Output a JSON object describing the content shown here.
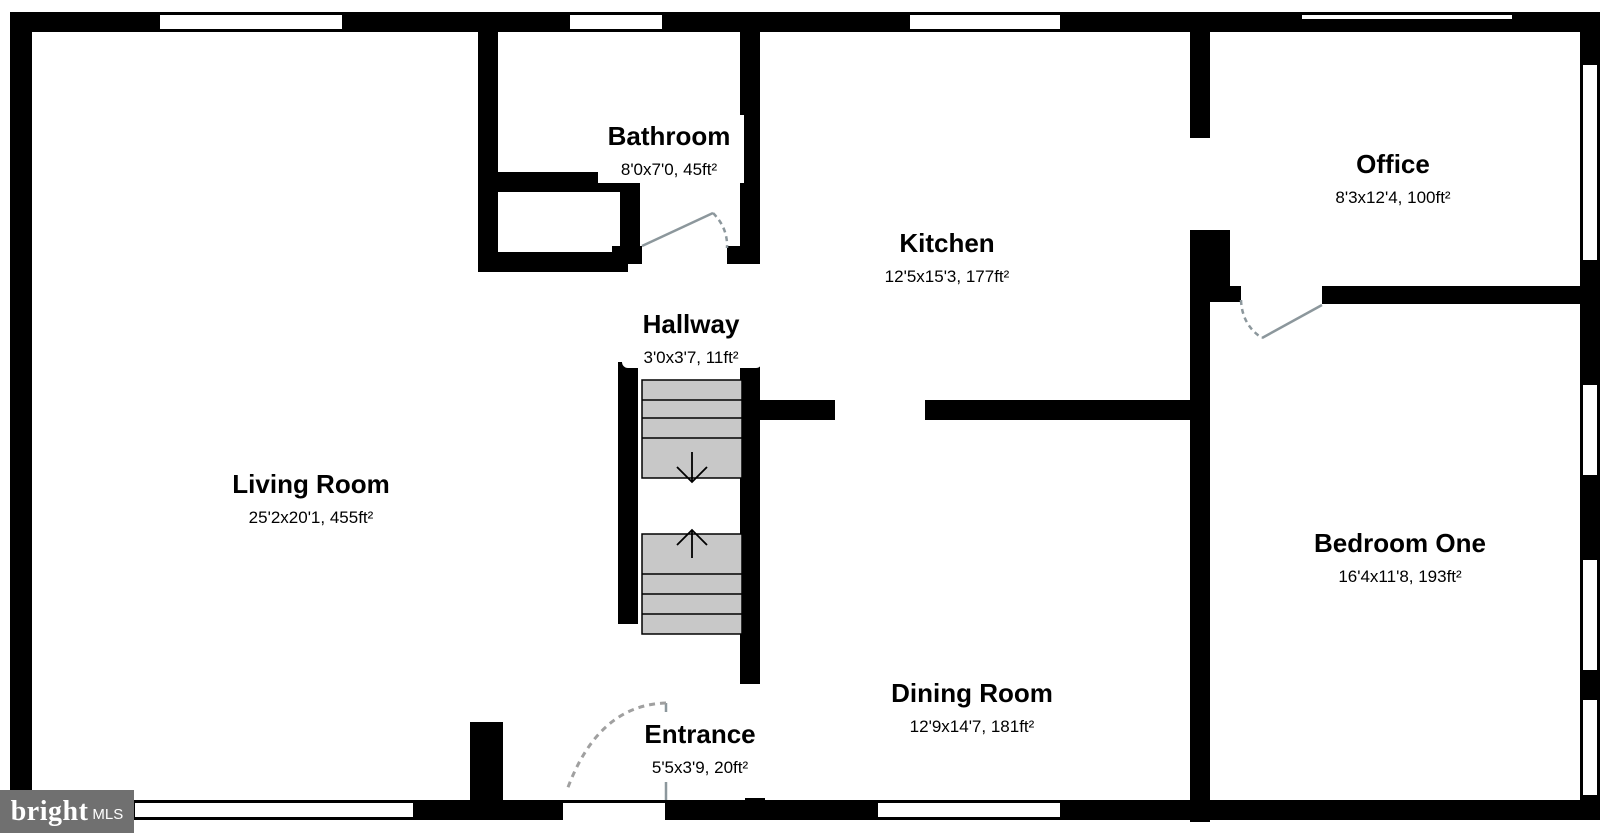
{
  "rooms": [
    {
      "id": "living-room",
      "name": "Living Room",
      "dims": "25'2x20'1, 455ft²"
    },
    {
      "id": "bathroom",
      "name": "Bathroom",
      "dims": "8'0x7'0, 45ft²"
    },
    {
      "id": "kitchen",
      "name": "Kitchen",
      "dims": "12'5x15'3, 177ft²"
    },
    {
      "id": "office",
      "name": "Office",
      "dims": "8'3x12'4, 100ft²"
    },
    {
      "id": "hallway",
      "name": "Hallway",
      "dims": "3'0x3'7, 11ft²"
    },
    {
      "id": "bedroom-one",
      "name": "Bedroom One",
      "dims": "16'4x11'8, 193ft²"
    },
    {
      "id": "dining-room",
      "name": "Dining Room",
      "dims": "12'9x14'7, 181ft²"
    },
    {
      "id": "entrance",
      "name": "Entrance",
      "dims": "5'5x3'9, 20ft²"
    }
  ],
  "watermark": {
    "brand": "bright",
    "sub": "MLS"
  },
  "colors": {
    "wall": "#000000",
    "stair": "#c8c8c8",
    "door": "#8c979c",
    "watermark_bg": "#707070"
  }
}
